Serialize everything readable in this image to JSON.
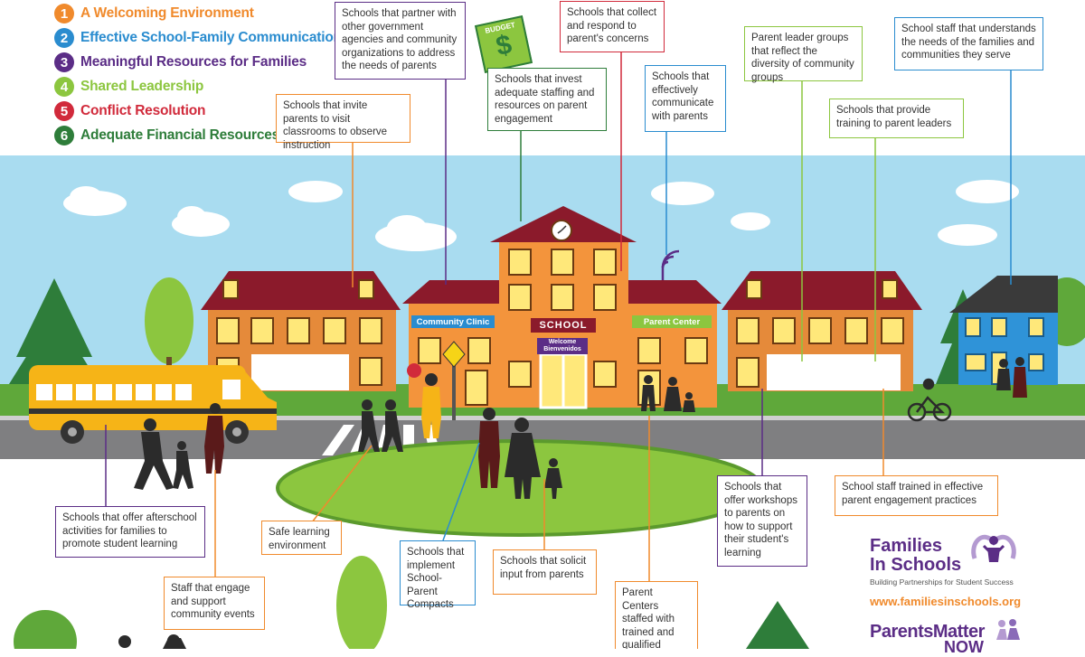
{
  "legend": [
    {
      "num": "1",
      "label": "A Welcoming Environment",
      "color": "#f08a2c"
    },
    {
      "num": "2",
      "label": "Effective School-Family Communications",
      "color": "#2a8ccf"
    },
    {
      "num": "3",
      "label": "Meaningful Resources for Families",
      "color": "#5b2d86"
    },
    {
      "num": "4",
      "label": "Shared Leadership",
      "color": "#8cc63f"
    },
    {
      "num": "5",
      "label": "Conflict Resolution",
      "color": "#d12a3b"
    },
    {
      "num": "6",
      "label": "Adequate Financial Resources",
      "color": "#2e7d3a"
    }
  ],
  "callouts": {
    "partner_agencies": "Schools that partner with other government agencies and community organizations to address the needs of parents",
    "collect_concerns": "Schools that collect and respond to parent's concerns",
    "staff_understands": "School staff that understands the needs of the families and communities they serve",
    "budget_invest": "Schools that invest adequate staffing and resources on parent engagement",
    "communicate": "Schools that effectively communicate with parents",
    "leader_groups": "Parent leader groups that reflect the diversity of community groups",
    "invite_parents": "Schools that invite parents to visit classrooms to observe instruction",
    "training_leaders": "Schools that provide training to parent leaders",
    "afterschool": "Schools that offer afterschool activities for families to promote student learning",
    "safe_learning": "Safe learning environment",
    "compacts": "Schools that implement School-Parent Compacts",
    "solicit_input": "Schools that solicit input from parents",
    "workshops": "Schools that offer workshops to parents on how to support their student's learning",
    "staff_trained": "School staff trained in effective parent engagement practices",
    "community_events": "Staff that engage and support community events",
    "parent_centers": "Parent Centers staffed with trained and qualified personnel"
  },
  "signs": {
    "budget": "BUDGET",
    "dollar": "$",
    "community_clinic": "Community Clinic",
    "school": "SCHOOL",
    "welcome": "Welcome",
    "bienvenidos": "Bienvenidos",
    "parent_center": "Parent Center"
  },
  "brand": {
    "name_line1": "Families",
    "name_line2": "In Schools",
    "tagline": "Building Partnerships for Student Success",
    "url": "www.familiesinschools.org",
    "pmn_line1": "ParentsMatter",
    "pmn_line2": "NOW"
  },
  "colors": {
    "sky": "#a9dcf0",
    "road": "#7f7f81",
    "grass": "#5fa83a",
    "brick": "#e58a3a",
    "roof": "#8b1a2b",
    "school": "#f3943c",
    "blue_house": "#2f93d8",
    "bus": "#f6b417",
    "window": "#ffe87a"
  }
}
